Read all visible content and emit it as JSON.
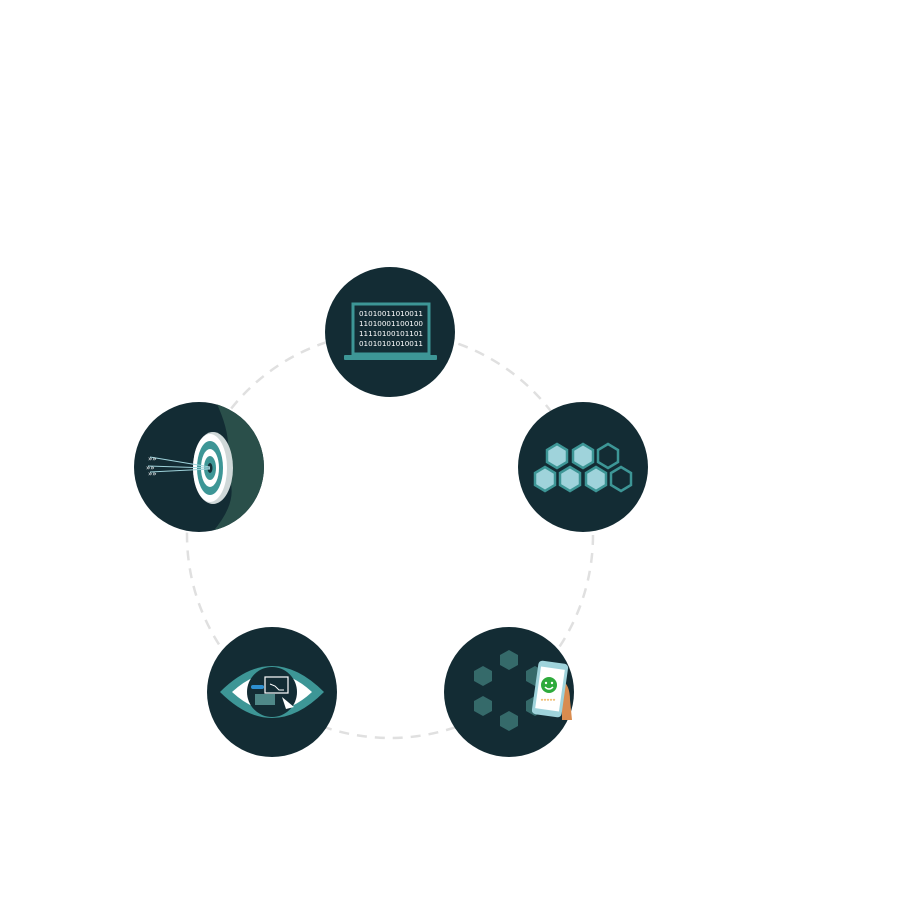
{
  "colors": {
    "node_bg": "#132c34",
    "accent": "#3d9696",
    "light": "#9fd3db",
    "ring": "#e0e0e0"
  },
  "nodes": [
    {
      "icon": "laptop-binary-icon",
      "binary_lines": [
        "01010011010011",
        "11010001100100",
        "11110100101101",
        "01010101010011"
      ]
    },
    {
      "icon": "hexagon-cluster-icon"
    },
    {
      "icon": "phone-smiley-rating-icon"
    },
    {
      "icon": "eye-dashboard-icon"
    },
    {
      "icon": "target-arrows-icon"
    }
  ]
}
